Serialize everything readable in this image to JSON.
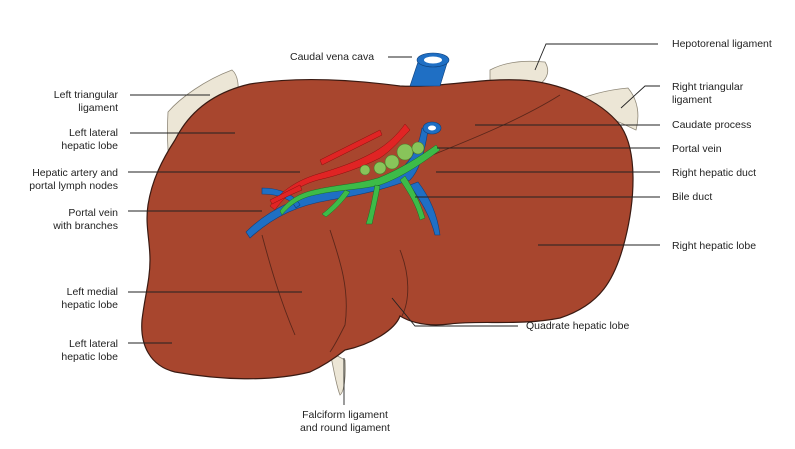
{
  "labels": {
    "caudal_vena_cava": "Caudal vena cava",
    "hepatorenal_ligament": "Hepotorenal ligament",
    "left_triangular_ligament": "Left triangular\nligament",
    "right_triangular_ligament": "Right triangular\nligament",
    "left_lateral_lobe_top": "Left lateral\nhepatic lobe",
    "caudate_process": "Caudate process",
    "portal_vein": "Portal vein",
    "hepatic_artery_lymph": "Hepatic artery and\nportal lymph nodes",
    "right_hepatic_duct": "Right hepatic duct",
    "bile_duct": "Bile duct",
    "portal_vein_branches": "Portal vein\nwith branches",
    "right_hepatic_lobe": "Right hepatic lobe",
    "left_medial_lobe": "Left medial\nhepatic lobe",
    "quadrate_lobe": "Quadrate hepatic lobe",
    "left_lateral_lobe_bottom": "Left lateral\nhepatic lobe",
    "falciform_ligament": "Falciform ligament\nand round ligament"
  },
  "colors": {
    "liver": "#a8462e",
    "liver_outline": "#3a1a12",
    "vein": "#1f6fc4",
    "artery": "#e02424",
    "bile": "#3dbb48",
    "lymph": "#88c45a",
    "ligament": "#ece6d6",
    "leader": "#222222"
  }
}
